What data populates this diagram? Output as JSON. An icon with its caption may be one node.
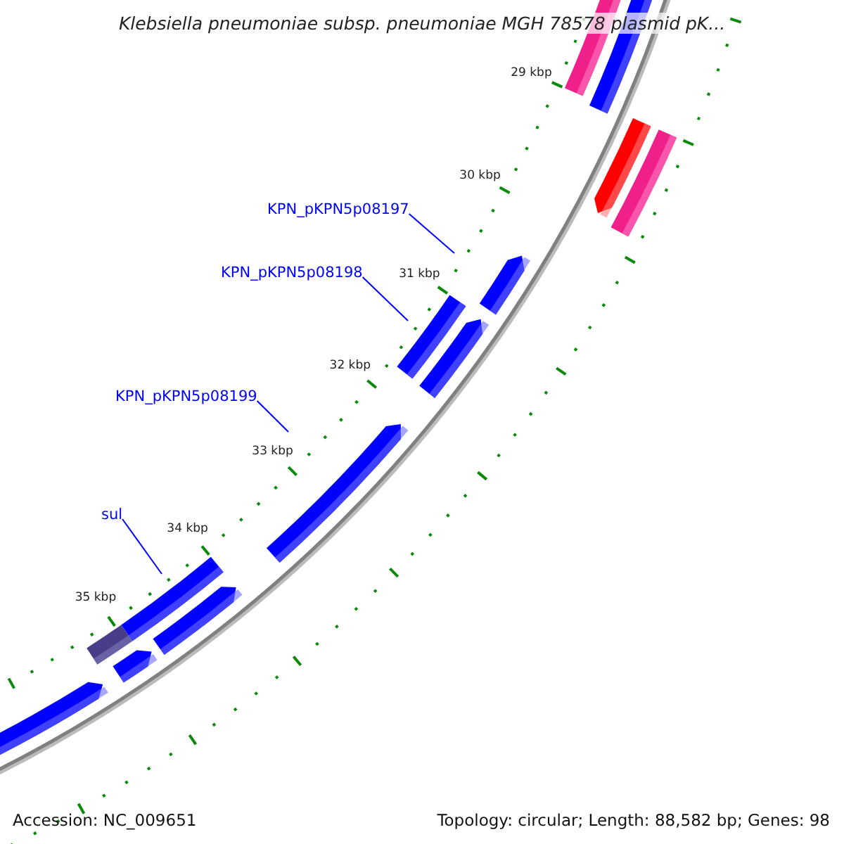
{
  "diagram": {
    "title": "Klebsiella pneumoniae subsp. pneumoniae MGH 78578 plasmid pK...",
    "nodes": [
      {
        "text": [
          "KPN_pKPN5p08197"
        ]
      },
      {
        "text": [
          "KPN_pKPN5p08198"
        ]
      },
      {
        "text": [
          "KPN_pKPN5p08199"
        ]
      },
      {
        "text": [
          "sul"
        ]
      }
    ],
    "edges": [
      {
        "from": 0,
        "to": null,
        "arrow": "none"
      },
      {
        "from": 1,
        "to": null,
        "arrow": "none"
      },
      {
        "from": 2,
        "to": null,
        "arrow": "none"
      },
      {
        "from": 3,
        "to": null,
        "arrow": "none"
      }
    ],
    "labels": [
      "29 kbp",
      "30 kbp",
      "31 kbp",
      "32 kbp",
      "33 kbp",
      "34 kbp",
      "35 kbp",
      "Accession: NC_009651",
      "Topology: circular; Length: 88,582 bp; Genes: 98"
    ]
  }
}
